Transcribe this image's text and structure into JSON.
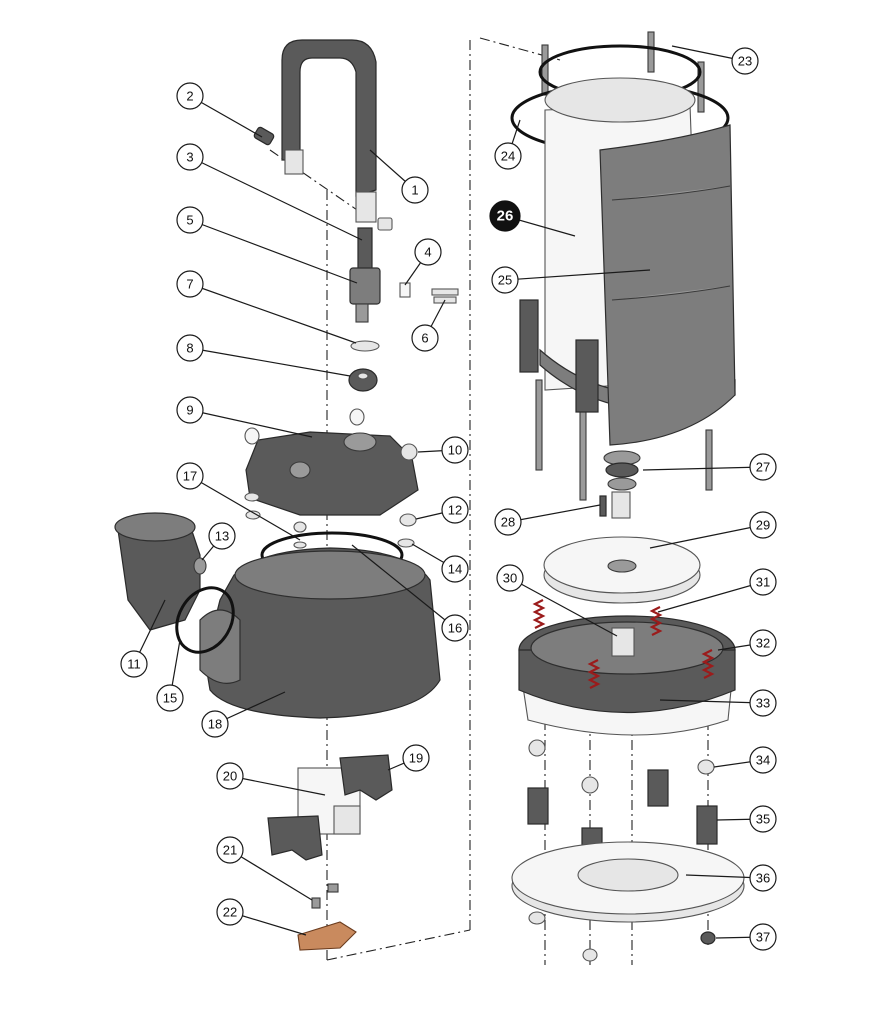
{
  "callouts": [
    {
      "number": "1",
      "style": "outline"
    },
    {
      "number": "2",
      "style": "outline"
    },
    {
      "number": "3",
      "style": "outline"
    },
    {
      "number": "4",
      "style": "outline"
    },
    {
      "number": "5",
      "style": "outline"
    },
    {
      "number": "6",
      "style": "outline"
    },
    {
      "number": "7",
      "style": "outline"
    },
    {
      "number": "8",
      "style": "outline"
    },
    {
      "number": "9",
      "style": "outline"
    },
    {
      "number": "10",
      "style": "outline"
    },
    {
      "number": "11",
      "style": "outline"
    },
    {
      "number": "12",
      "style": "outline"
    },
    {
      "number": "13",
      "style": "outline"
    },
    {
      "number": "14",
      "style": "outline"
    },
    {
      "number": "15",
      "style": "outline"
    },
    {
      "number": "16",
      "style": "outline"
    },
    {
      "number": "17",
      "style": "outline"
    },
    {
      "number": "18",
      "style": "outline"
    },
    {
      "number": "19",
      "style": "outline"
    },
    {
      "number": "20",
      "style": "outline"
    },
    {
      "number": "21",
      "style": "outline"
    },
    {
      "number": "22",
      "style": "outline"
    },
    {
      "number": "23",
      "style": "outline"
    },
    {
      "number": "24",
      "style": "outline"
    },
    {
      "number": "25",
      "style": "outline"
    },
    {
      "number": "26",
      "style": "filled"
    },
    {
      "number": "27",
      "style": "outline"
    },
    {
      "number": "28",
      "style": "outline"
    },
    {
      "number": "29",
      "style": "outline"
    },
    {
      "number": "30",
      "style": "outline"
    },
    {
      "number": "31",
      "style": "outline"
    },
    {
      "number": "32",
      "style": "outline"
    },
    {
      "number": "33",
      "style": "outline"
    },
    {
      "number": "34",
      "style": "outline"
    },
    {
      "number": "35",
      "style": "outline"
    },
    {
      "number": "36",
      "style": "outline"
    },
    {
      "number": "37",
      "style": "outline"
    }
  ],
  "colors": {
    "background": "#ffffff",
    "part_dark": "#5a5a5a",
    "part_light": "#e6e6e6",
    "spring": "#9b1b1b",
    "copper": "#c98a5e",
    "callout_filled": "#111111"
  }
}
